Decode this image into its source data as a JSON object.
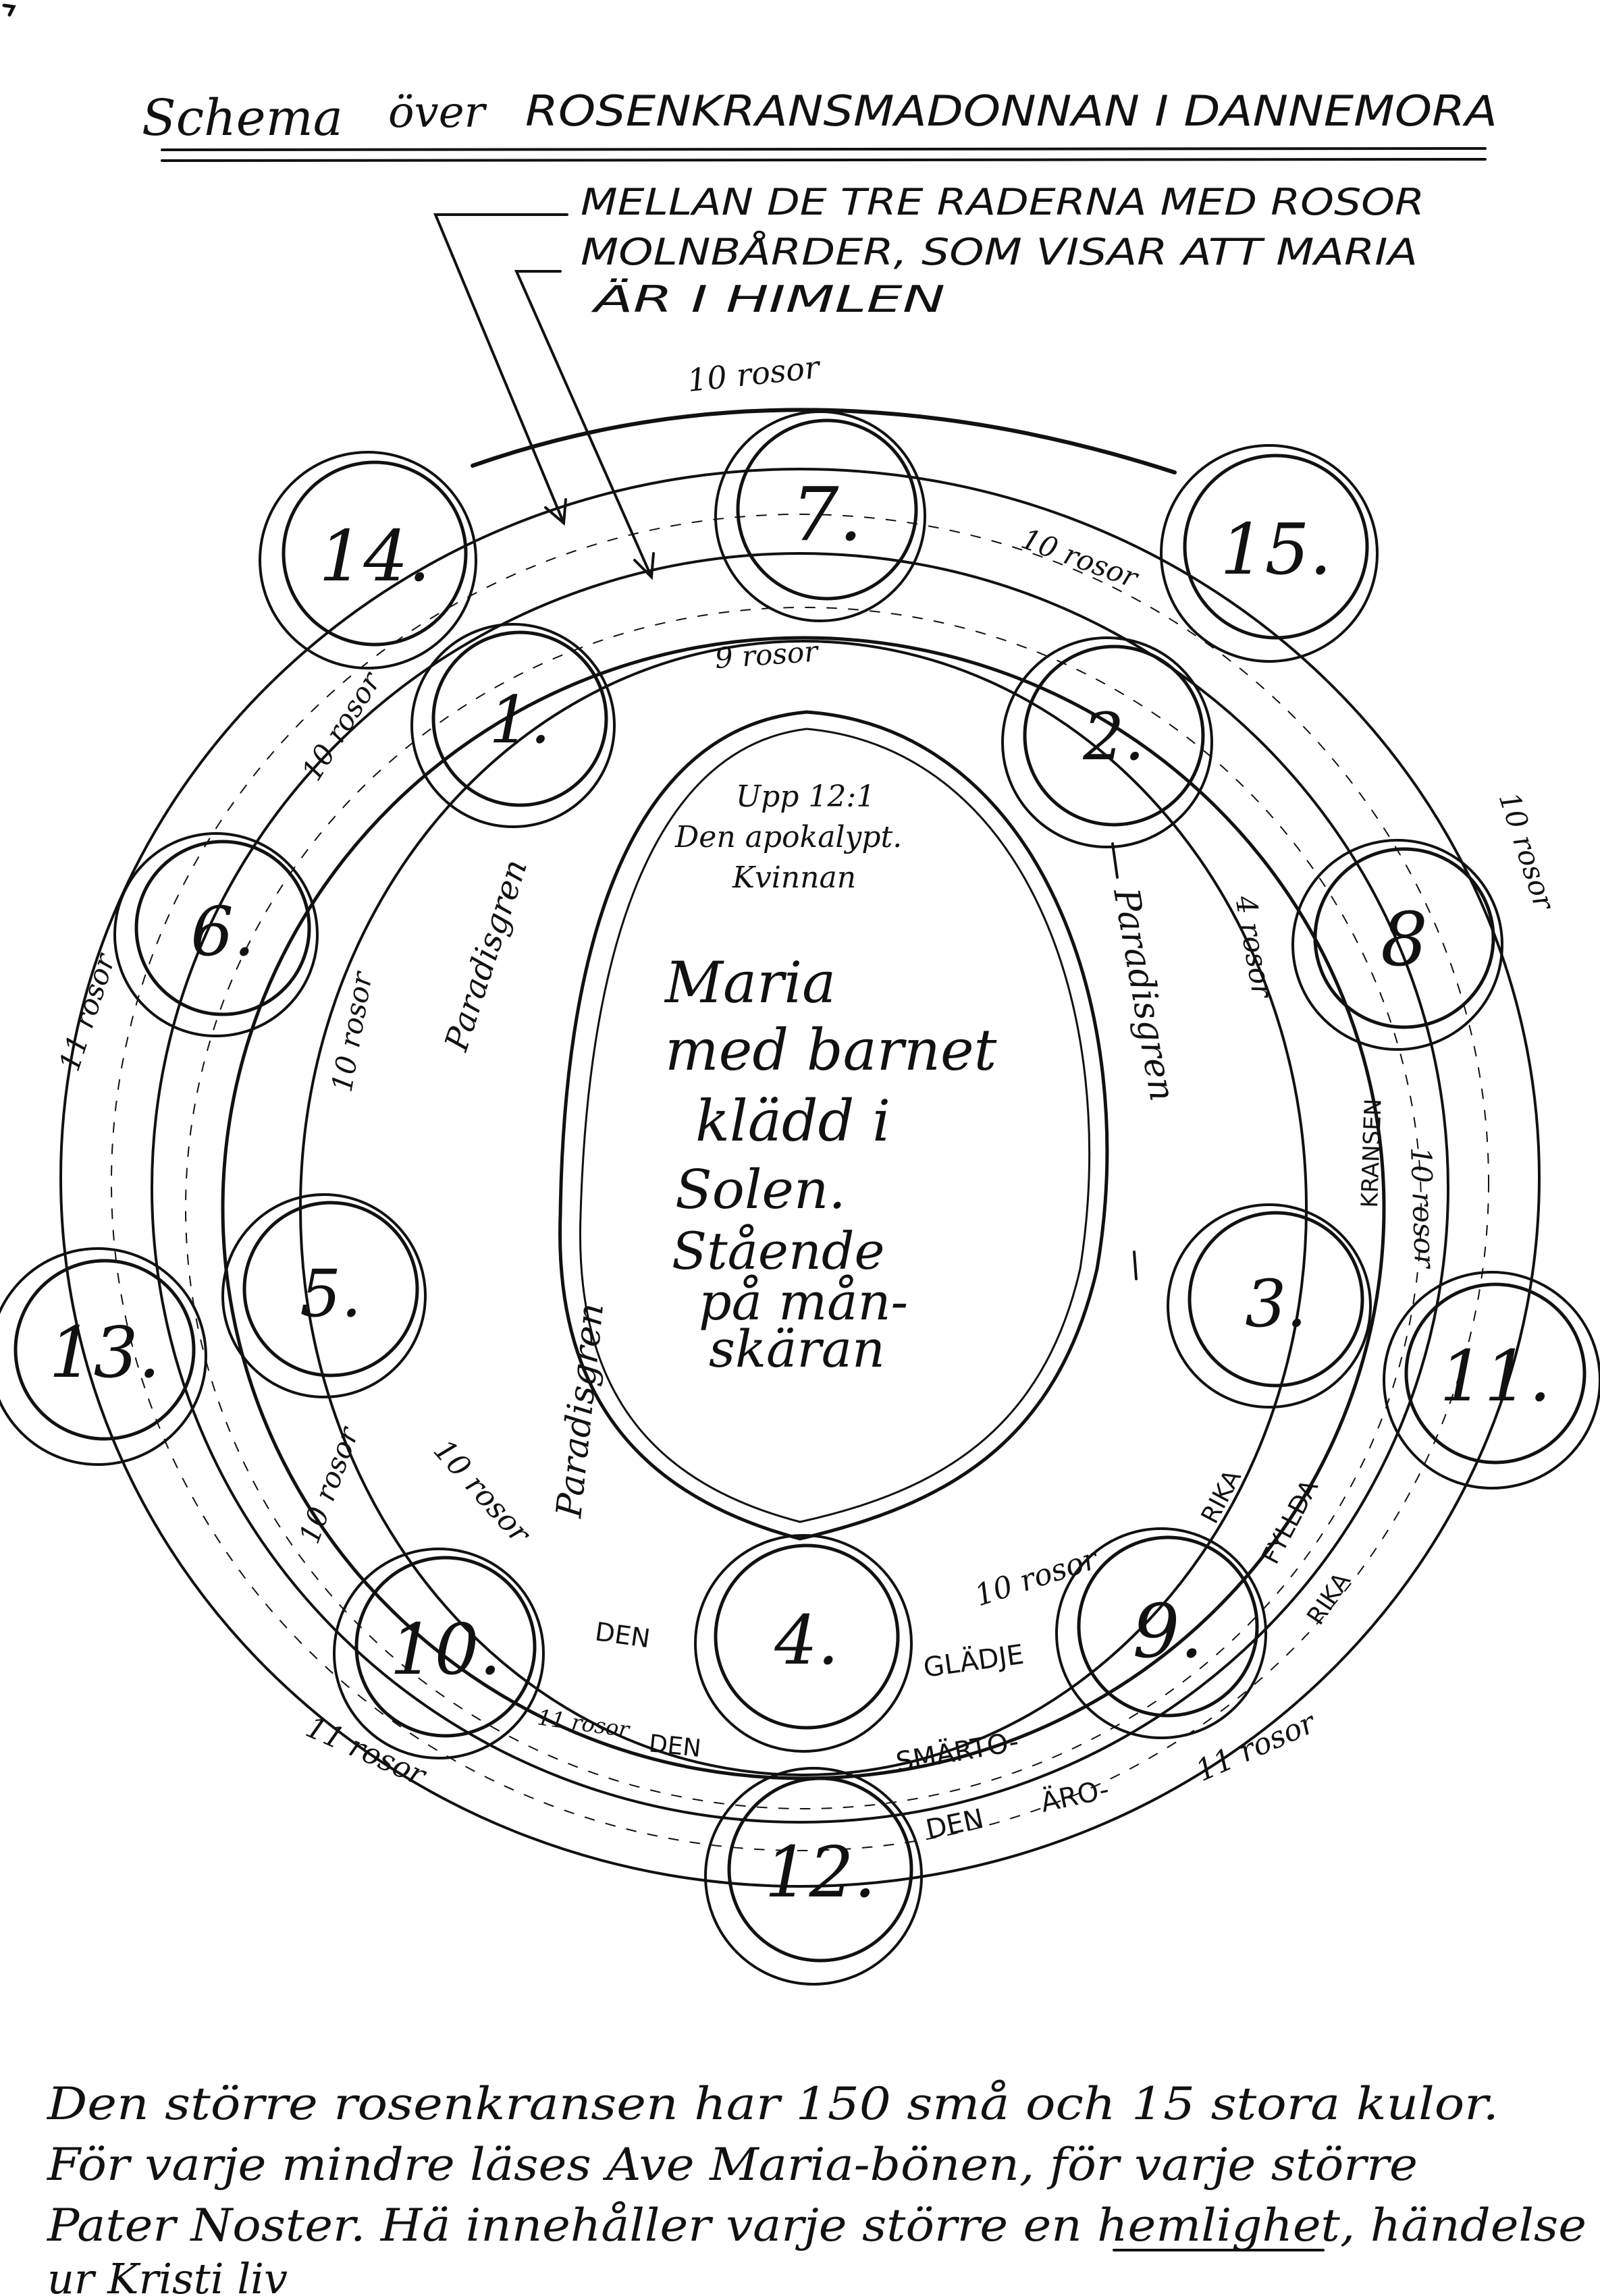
{
  "title": {
    "prefix": "Schema",
    "over": "över",
    "main": "ROSENKRANSMADONNAN I DANNEMORA"
  },
  "note": {
    "line1": "MELLAN DE TRE RADERNA MED ROSOR",
    "line2": "MOLNBÅRDER, SOM VISAR ATT MARIA",
    "line3": "ÄR I HIMLEN"
  },
  "center": {
    "ref": "Upp 12:1",
    "ref2": "Den apokalypt.",
    "ref3": "Kvinnan",
    "lines": [
      "Maria",
      "med barnet",
      "klädd i",
      "Solen.",
      "Stående",
      "på mån-",
      "skäran"
    ]
  },
  "medallions": {
    "m1": "1.",
    "m2": "2.",
    "m3": "3.",
    "m4": "4.",
    "m5": "5.",
    "m6": "6.",
    "m7": "7.",
    "m8": "8",
    "m9": "9.",
    "m10": "10.",
    "m11": "11.",
    "m12": "12.",
    "m13": "13.",
    "m14": "14.",
    "m15": "15."
  },
  "counts": {
    "top_outer": "10 rosor",
    "top_right": "10 rosor",
    "inner_top": "9 rosor",
    "left_upper": "10 rosor",
    "right_outer": "10 rosor",
    "left_outer": "11 rosor",
    "left_mid": "10 rosor",
    "right_inner": "4 rosor",
    "right_lower": "10 rosor",
    "left_lower": "10 rosor",
    "inner_lower_left": "10 rosor",
    "bottom_right_inner": "10 rosor",
    "bottom_left_outer": "11 rosor",
    "bottom_right_outer": "11 rosor",
    "bottom_left_mid": "11 rosor"
  },
  "paradise": {
    "left_upper": "Paradisgren",
    "left_lower": "Paradisgren",
    "right": "Paradisgren"
  },
  "band": {
    "kransen": "KRANSEN",
    "den1": "DEN",
    "gladje": "GLÄDJE",
    "rika1": "RIKA",
    "fyllda": "FYLLDA",
    "rika2": "RIKA",
    "den2": "DEN",
    "smarto": "SMÄRTO-",
    "den3": "DEN",
    "aro": "ÄRO-"
  },
  "footer": {
    "line1": "Den större rosenkransen har 150 små och 15 stora kulor.",
    "line2": "För varje mindre läses Ave Maria-bönen, för varje större",
    "line3": "Pater Noster. Hä innehåller varje större en hemlighet, händelse",
    "line4": "ur Kristi liv"
  }
}
